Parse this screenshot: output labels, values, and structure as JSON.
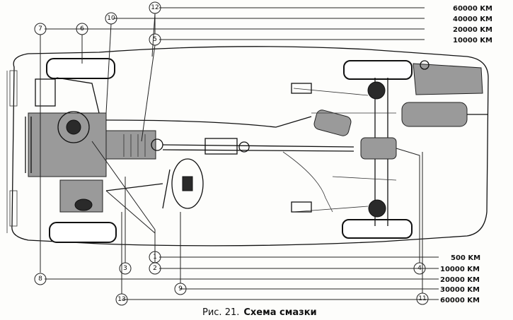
{
  "caption_prefix": "Рис. 21.",
  "caption_title": "Схема смазки",
  "top_intervals": [
    "60000 KM",
    "40000 KM",
    "20000 KM",
    "10000 KM"
  ],
  "bottom_intervals": [
    "500 KM",
    "10000 KM",
    "20000 KM",
    "30000 KM",
    "60000 KM"
  ],
  "callouts": [
    "1",
    "2",
    "3",
    "4",
    "5",
    "6",
    "7",
    "8",
    "9",
    "10",
    "11",
    "12",
    "13"
  ]
}
